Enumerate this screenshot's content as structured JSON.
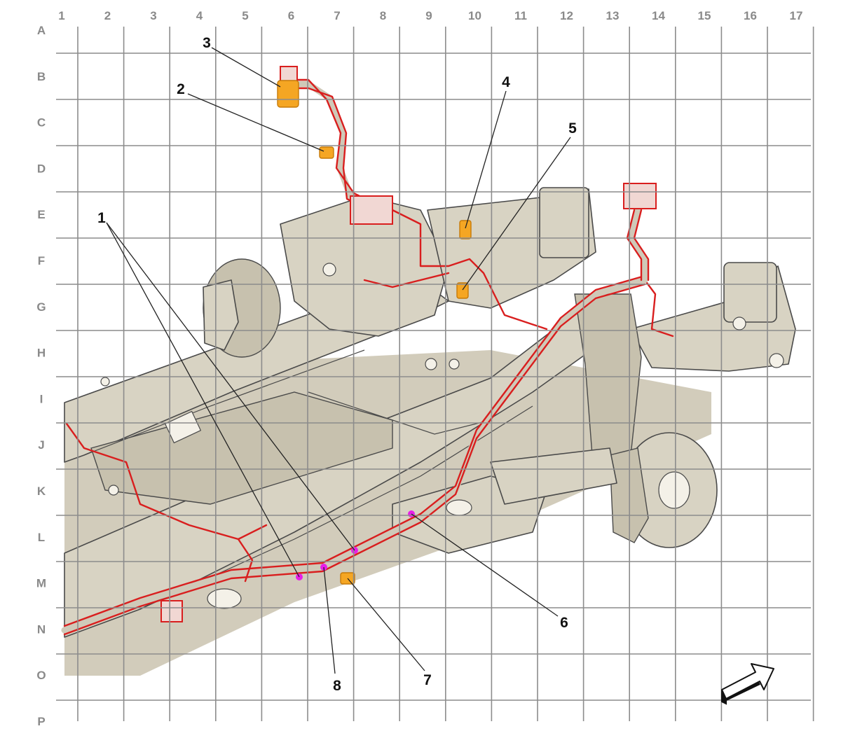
{
  "grid": {
    "columns": [
      "1",
      "2",
      "3",
      "4",
      "5",
      "6",
      "7",
      "8",
      "9",
      "10",
      "11",
      "12",
      "13",
      "14",
      "15",
      "16",
      "17"
    ],
    "rows": [
      "A",
      "B",
      "C",
      "D",
      "E",
      "F",
      "G",
      "H",
      "I",
      "J",
      "K",
      "L",
      "M",
      "N",
      "O",
      "P"
    ]
  },
  "callouts": [
    {
      "id": "1",
      "label": "1"
    },
    {
      "id": "2",
      "label": "2"
    },
    {
      "id": "3",
      "label": "3"
    },
    {
      "id": "4",
      "label": "4"
    },
    {
      "id": "5",
      "label": "5"
    },
    {
      "id": "6",
      "label": "6"
    },
    {
      "id": "7",
      "label": "7"
    },
    {
      "id": "8",
      "label": "8"
    }
  ],
  "colors": {
    "background": "#ffffff",
    "grid": "#8c8c8c",
    "frame": "#d8d3c3",
    "harness": "#d91e1e",
    "connector": "#f5a623",
    "ground_point": "#e81ee8"
  },
  "icons": {
    "orientation": "front-direction-arrow-icon"
  }
}
